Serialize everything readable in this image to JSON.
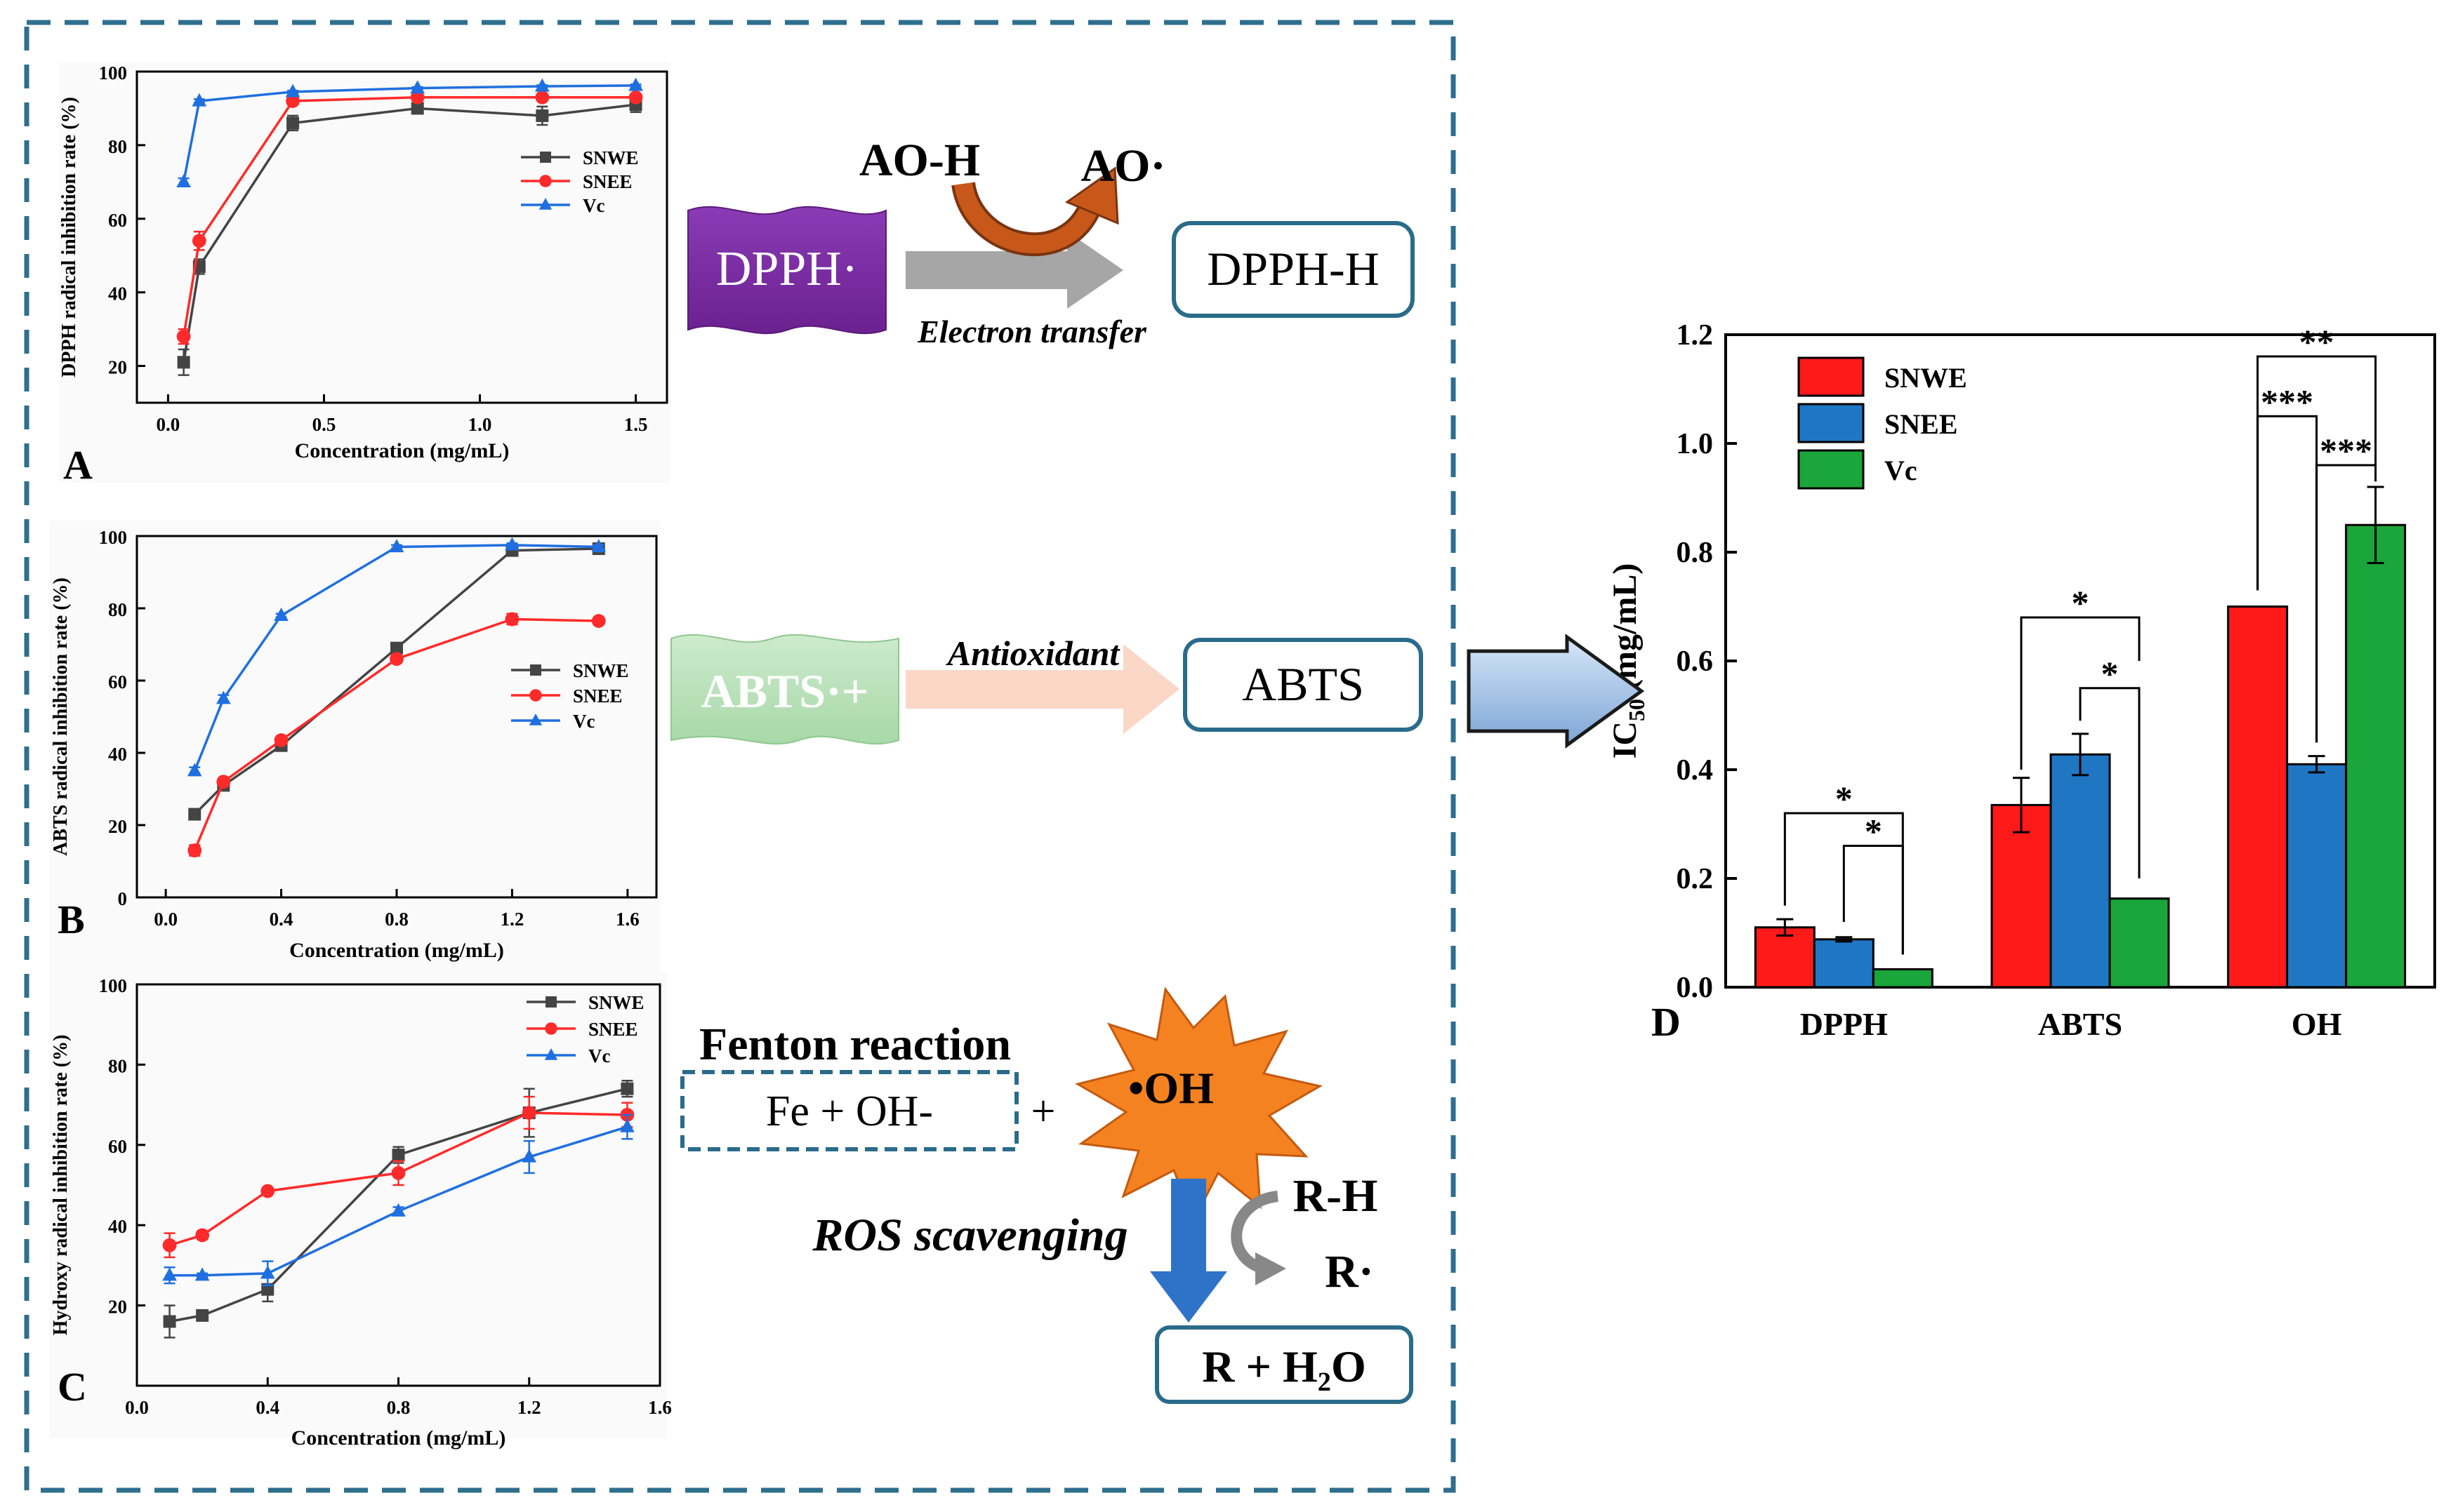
{
  "panels": {
    "A": {
      "letter": "A",
      "chart_data": {
        "type": "line",
        "xlabel": "Concentration (mg/mL)",
        "ylabel": "DPPH radical inhibition rate (%)",
        "xlim": [
          -0.1,
          1.6
        ],
        "ylim": [
          10,
          100
        ],
        "xticks": [
          0.0,
          0.5,
          1.0,
          1.5
        ],
        "xtick_labels": [
          "0.0",
          "0.5",
          "1.0",
          "1.5"
        ],
        "yticks": [
          20,
          40,
          60,
          80,
          100
        ],
        "ytick_labels": [
          "20",
          "40",
          "60",
          "80",
          "100"
        ],
        "legend_position": "right",
        "series": [
          {
            "name": "SNWE",
            "color": "#444444",
            "marker": "square",
            "x": [
              0.05,
              0.1,
              0.4,
              0.8,
              1.2,
              1.5
            ],
            "y": [
              21,
              47,
              86,
              90,
              88,
              91
            ],
            "err": [
              3.5,
              2,
              2,
              1,
              2.5,
              2
            ]
          },
          {
            "name": "SNEE",
            "color": "#ff2a2a",
            "marker": "circle",
            "x": [
              0.05,
              0.1,
              0.4,
              0.8,
              1.2,
              1.5
            ],
            "y": [
              28,
              54,
              92,
              93,
              93,
              93
            ],
            "err": [
              2,
              2.5,
              1,
              0.5,
              0.5,
              0.5
            ]
          },
          {
            "name": "Vc",
            "color": "#1f6fe0",
            "marker": "triangle",
            "x": [
              0.05,
              0.1,
              0.4,
              0.8,
              1.2,
              1.5
            ],
            "y": [
              70,
              92,
              94.5,
              95.5,
              96,
              96.2
            ],
            "err": [
              1,
              0.5,
              0.3,
              0.3,
              0.3,
              0.3
            ]
          }
        ]
      }
    },
    "B": {
      "letter": "B",
      "chart_data": {
        "type": "line",
        "xlabel": "Concentration (mg/mL)",
        "ylabel": "ABTS radical inhibition rate (%)",
        "xlim": [
          -0.1,
          1.7
        ],
        "ylim": [
          0,
          100
        ],
        "xticks": [
          0.0,
          0.4,
          0.8,
          1.2,
          1.6
        ],
        "xtick_labels": [
          "0.0",
          "0.4",
          "0.8",
          "1.2",
          "1.6"
        ],
        "yticks": [
          0,
          20,
          40,
          60,
          80,
          100
        ],
        "ytick_labels": [
          "0",
          "20",
          "40",
          "60",
          "80",
          "100"
        ],
        "legend_position": "right",
        "series": [
          {
            "name": "SNWE",
            "color": "#444444",
            "marker": "square",
            "x": [
              0.1,
              0.2,
              0.4,
              0.8,
              1.2,
              1.5
            ],
            "y": [
              23,
              31,
              42,
              69,
              96,
              96.5
            ],
            "err": [
              1,
              1,
              1,
              1,
              0.5,
              0.5
            ]
          },
          {
            "name": "SNEE",
            "color": "#ff2a2a",
            "marker": "circle",
            "x": [
              0.1,
              0.2,
              0.4,
              0.8,
              1.2,
              1.5
            ],
            "y": [
              13,
              32,
              43.5,
              66,
              77,
              76.5
            ],
            "err": [
              1.5,
              1,
              1,
              1,
              1.5,
              0.5
            ]
          },
          {
            "name": "Vc",
            "color": "#1f6fe0",
            "marker": "triangle",
            "x": [
              0.1,
              0.2,
              0.4,
              0.8,
              1.2,
              1.5
            ],
            "y": [
              35,
              55,
              78,
              97,
              97.5,
              97
            ],
            "err": [
              1,
              1,
              0.5,
              0.5,
              0.5,
              0.5
            ]
          }
        ]
      }
    },
    "C": {
      "letter": "C",
      "chart_data": {
        "type": "line",
        "xlabel": "Concentration (mg/mL)",
        "ylabel": "Hydroxy radical inhibition rate (%)",
        "xlim": [
          0.0,
          1.6
        ],
        "ylim": [
          0,
          100
        ],
        "xticks": [
          0.0,
          0.4,
          0.8,
          1.2,
          1.6
        ],
        "xtick_labels": [
          "0.0",
          "0.4",
          "0.8",
          "1.2",
          "1.6"
        ],
        "yticks": [
          20,
          40,
          60,
          80,
          100
        ],
        "ytick_labels": [
          "20",
          "40",
          "60",
          "80",
          "100"
        ],
        "legend_position": "top-right",
        "series": [
          {
            "name": "SNWE",
            "color": "#444444",
            "marker": "square",
            "x": [
              0.1,
              0.2,
              0.4,
              0.8,
              1.2,
              1.5
            ],
            "y": [
              16,
              17.5,
              24,
              57.5,
              68,
              74
            ],
            "err": [
              4,
              1,
              3,
              2,
              6,
              2
            ]
          },
          {
            "name": "SNEE",
            "color": "#ff2a2a",
            "marker": "circle",
            "x": [
              0.1,
              0.2,
              0.4,
              0.8,
              1.2,
              1.5
            ],
            "y": [
              35,
              37.5,
              48.5,
              53,
              68,
              67.5
            ],
            "err": [
              3,
              1,
              0.5,
              3,
              4,
              3
            ]
          },
          {
            "name": "Vc",
            "color": "#1f6fe0",
            "marker": "triangle",
            "x": [
              0.1,
              0.2,
              0.4,
              0.8,
              1.2,
              1.5
            ],
            "y": [
              27.5,
              27.5,
              28,
              43.5,
              57,
              64.5
            ],
            "err": [
              2,
              0.5,
              3,
              1,
              4,
              3
            ]
          }
        ]
      }
    },
    "D": {
      "letter": "D",
      "chart_data": {
        "type": "bar",
        "ylabel_main": "IC",
        "ylabel_sub": "50",
        "ylabel_rest": " (mg/mL)",
        "categories": [
          "DPPH",
          "ABTS",
          "OH"
        ],
        "ylim": [
          0,
          1.2
        ],
        "yticks": [
          0.0,
          0.2,
          0.4,
          0.6,
          0.8,
          1.0,
          1.2
        ],
        "ytick_labels": [
          "0.0",
          "0.2",
          "0.4",
          "0.6",
          "0.8",
          "1.0",
          "1.2"
        ],
        "legend_position": "top-left",
        "series": [
          {
            "name": "SNWE",
            "color": "#ff1a1a",
            "values": [
              0.11,
              0.335,
              0.7
            ],
            "err": [
              0.015,
              0.05,
              0
            ]
          },
          {
            "name": "SNEE",
            "color": "#1f77c4",
            "values": [
              0.088,
              0.428,
              0.41
            ],
            "err": [
              0.004,
              0.038,
              0.015
            ]
          },
          {
            "name": "Vc",
            "color": "#1aa63a",
            "values": [
              0.033,
              0.163,
              0.85
            ],
            "err": [
              0,
              0,
              0.07
            ]
          }
        ],
        "significance": [
          {
            "category": "DPPH",
            "from": "SNWE",
            "to": "Vc",
            "label": "*"
          },
          {
            "category": "DPPH",
            "from": "SNEE",
            "to": "Vc",
            "label": "*"
          },
          {
            "category": "ABTS",
            "from": "SNWE",
            "to": "Vc",
            "label": "*"
          },
          {
            "category": "ABTS",
            "from": "SNEE",
            "to": "Vc",
            "label": "*"
          },
          {
            "category": "OH",
            "from": "SNWE",
            "to": "Vc",
            "label": "**"
          },
          {
            "category": "OH",
            "from": "SNWE",
            "to": "SNEE",
            "label": "***"
          },
          {
            "category": "OH",
            "from": "SNEE",
            "to": "Vc",
            "label": "***"
          }
        ]
      }
    }
  },
  "schemes": {
    "dpph": {
      "reactant": "DPPH·",
      "product": "DPPH-H",
      "donor": "AO-H",
      "donor_product": "AO·",
      "arrow_label": "Electron transfer",
      "reactant_color": "#7b2fa3",
      "arrow_color": "#a6a6a6",
      "curve_color": "#c8581a"
    },
    "abts": {
      "reactant": "ABTS·+",
      "product": "ABTS",
      "arrow_label": "Antioxidant",
      "reactant_color": "#b5e0b5",
      "arrow_color": "#fbd7c8"
    },
    "oh": {
      "title": "Fenton reaction",
      "reagents": "Fe + OH-",
      "plus": "+",
      "radical": "•OH",
      "arrow_label": "ROS scavenging",
      "rh": "R-H",
      "r_dot": "R·",
      "product": "R + H₂O",
      "star_color": "#f58220",
      "arrow_color": "#2f73c9"
    }
  },
  "colors": {
    "frame": "#2e6f8e",
    "box_border": "#2b6b8a",
    "big_arrow": "#a7c4e6"
  }
}
